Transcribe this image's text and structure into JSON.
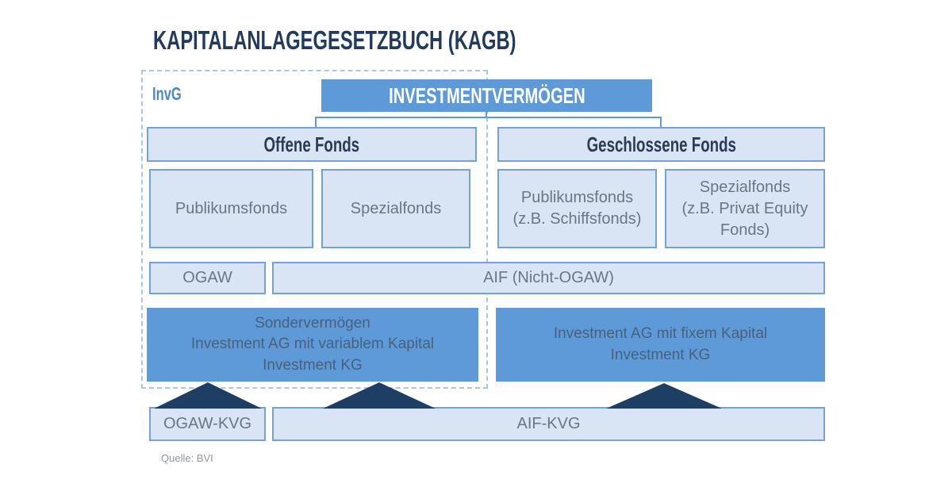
{
  "page": {
    "title": "KAPITALANLAGEGESETZBUCH (KAGB)",
    "source": "Quelle: BVI"
  },
  "frame": {
    "label": "InvG"
  },
  "root": {
    "label": "INVESTMENTVERMÖGEN"
  },
  "branches": {
    "open": {
      "header": "Offene Fonds",
      "children": [
        "Publikumsfonds",
        "Spezialfonds"
      ],
      "classification": "OGAW",
      "vehicles": "Sondervermögen\nInvestment AG mit variablem Kapital\nInvestment KG",
      "manager": "OGAW-KVG"
    },
    "closed": {
      "header": "Geschlossene Fonds",
      "children": [
        "Publikumsfonds\n(z.B. Schiffsfonds)",
        "Spezialfonds\n(z.B. Privat Equity\nFonds)"
      ],
      "classification": "AIF (Nicht-OGAW)",
      "vehicles": "Investment AG mit fixem Kapital\nInvestment KG",
      "manager": "AIF-KVG"
    }
  },
  "icons": {
    "arrow_up": "triangle-up-arrow"
  },
  "colors": {
    "accent_blue": "#5f9ad8",
    "light_blue_fill": "#d9e4f5",
    "box_border_blue": "#74a2d8",
    "title_navy": "#223a60",
    "triangle_navy": "#1e3e63",
    "gray_text": "#6b7683",
    "solid_box_text": "#47617c",
    "dashed_border": "#abc4e7",
    "invg_blue": "#4c88cc",
    "source_gray": "#8f969e"
  }
}
